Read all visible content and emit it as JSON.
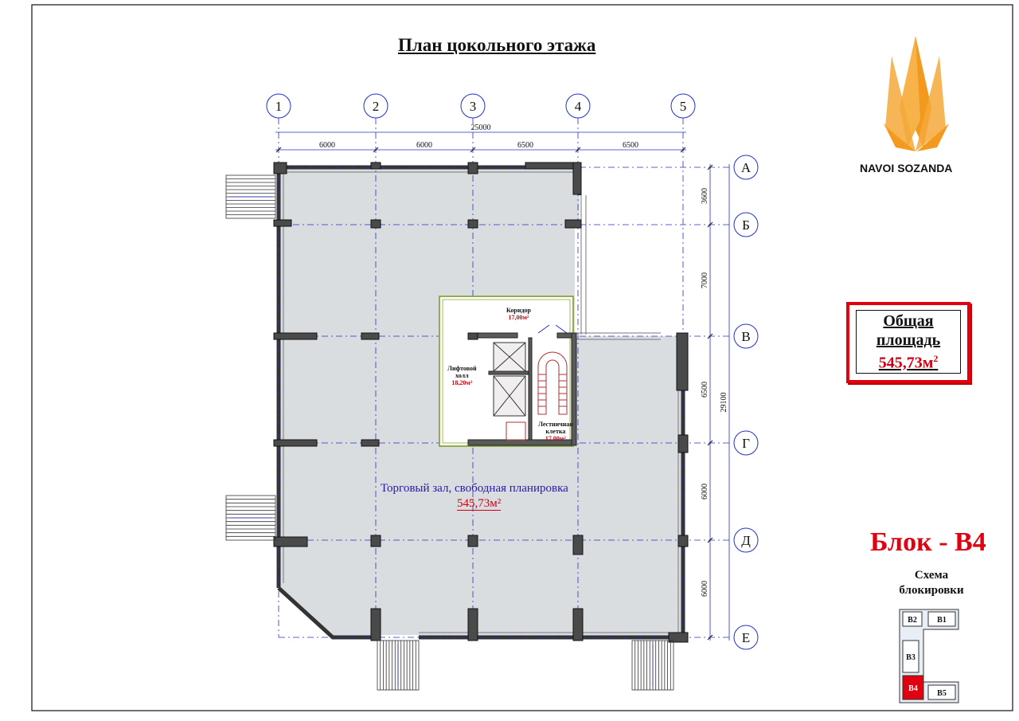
{
  "title": "План цокольного этажа",
  "brand": {
    "name": "NAVOI SOZANDA",
    "accent": "#f39a1e"
  },
  "axes": {
    "columns": [
      "1",
      "2",
      "3",
      "4",
      "5"
    ],
    "rows": [
      "А",
      "Б",
      "В",
      "Г",
      "Д",
      "Е"
    ]
  },
  "dimensions": {
    "total_width": "25000",
    "spans": [
      "6000",
      "6000",
      "6500",
      "6500"
    ],
    "total_height": "29100",
    "row_spans": [
      "3600",
      "7000",
      "6500",
      "6000",
      "6000"
    ]
  },
  "rooms": {
    "corridor": {
      "name": "Коридор",
      "area": "17,00м²"
    },
    "lift_hall": {
      "name_line1": "Лифтовой",
      "name_line2": "холл",
      "area": "18,20м²"
    },
    "stair": {
      "name_line1": "Лестничная",
      "name_line2": "клетка",
      "area": "17,00м²"
    },
    "main_hall": {
      "name": "Торговый зал, свободная планировка",
      "area": "545,73м²"
    }
  },
  "total_area": {
    "label_line1": "Общая",
    "label_line2": "площадь",
    "value": "545,73м",
    "unit_sup": "2"
  },
  "block": {
    "title": "Блок - В4",
    "scheme_line1": "Схема",
    "scheme_line2": "блокировки",
    "blocks": [
      "В1",
      "В2",
      "В3",
      "В4",
      "В5"
    ],
    "highlight": "В4"
  },
  "colors": {
    "floor": "#d9dde0",
    "wall": "#3a3a3a",
    "axis_line": "#2330c8",
    "dim_line": "#2330c8",
    "highlight_red": "#e00010",
    "core_outline": "#8aa63a"
  }
}
